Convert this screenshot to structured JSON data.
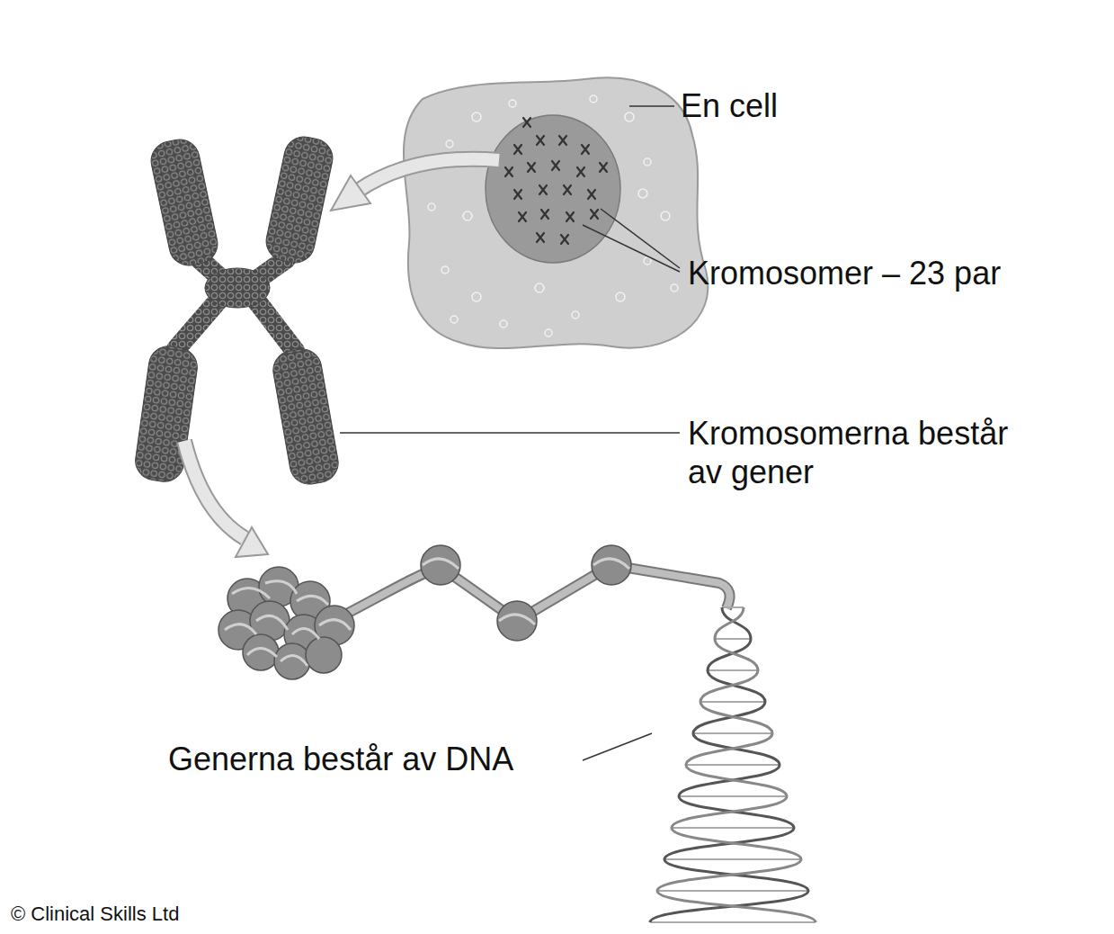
{
  "diagram": {
    "labels": [
      "En cell",
      "Kromosomer – 23 par",
      "Kromosomerna består av gener",
      "Generna består av DNA",
      "© Clinical Skills Ltd"
    ]
  }
}
